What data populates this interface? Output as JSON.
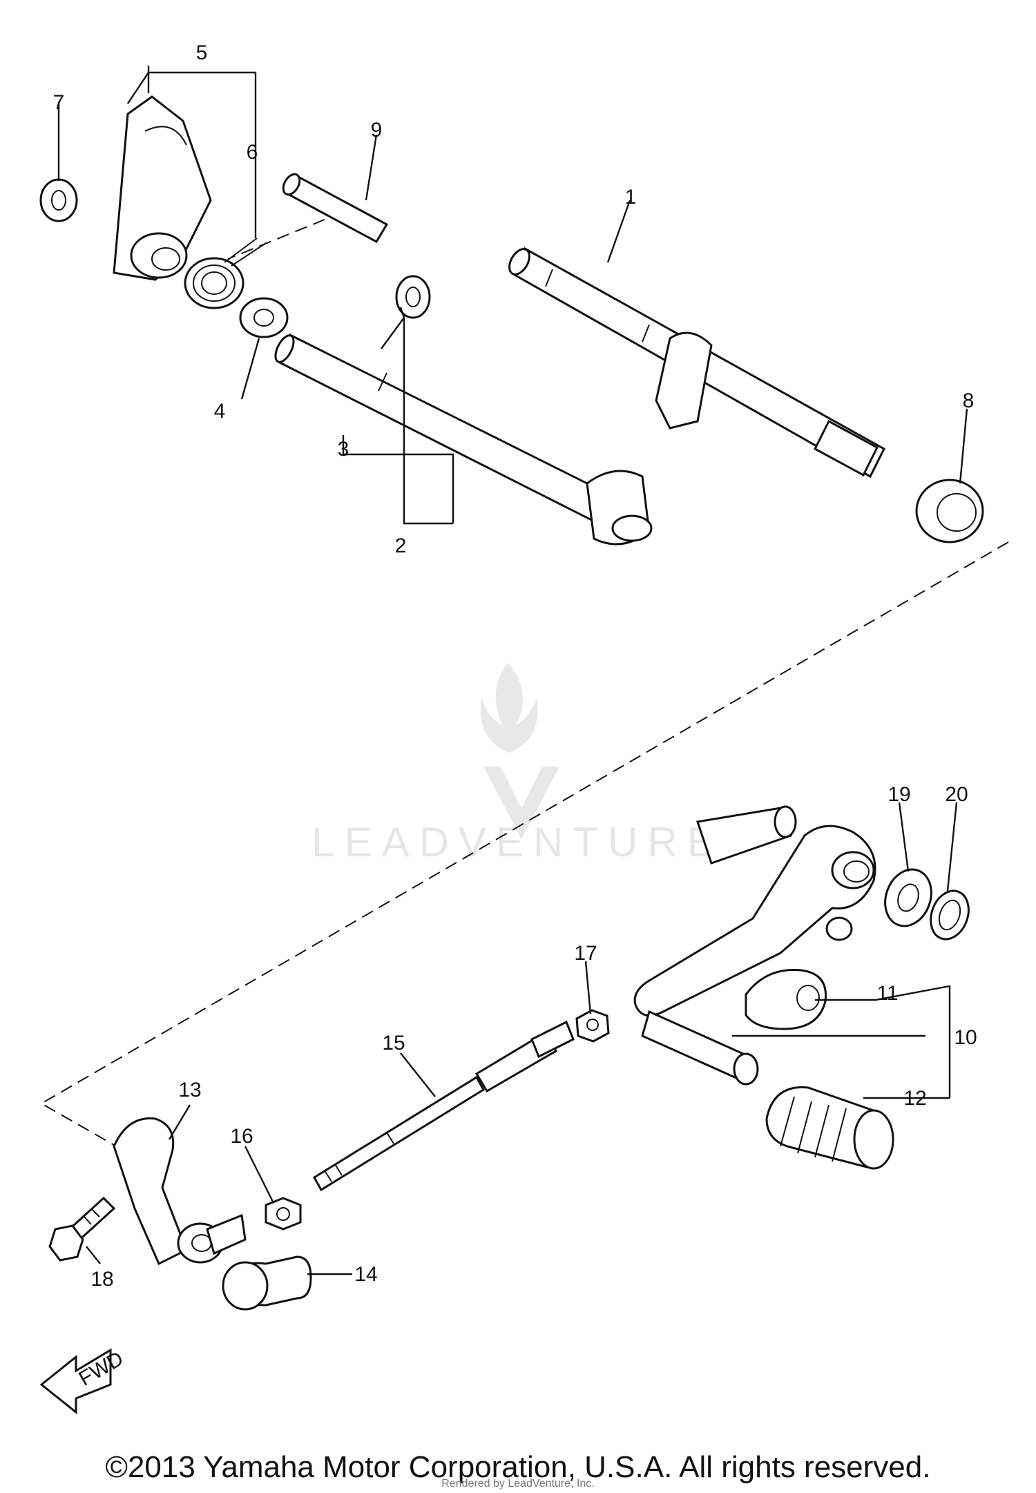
{
  "callouts": [
    {
      "id": "1",
      "text": "1"
    },
    {
      "id": "2",
      "text": "2"
    },
    {
      "id": "3",
      "text": "3"
    },
    {
      "id": "4",
      "text": "4"
    },
    {
      "id": "5",
      "text": "5"
    },
    {
      "id": "6",
      "text": "6"
    },
    {
      "id": "7",
      "text": "7"
    },
    {
      "id": "8",
      "text": "8"
    },
    {
      "id": "9",
      "text": "9"
    },
    {
      "id": "10",
      "text": "10"
    },
    {
      "id": "11",
      "text": "11"
    },
    {
      "id": "12",
      "text": "12"
    },
    {
      "id": "13",
      "text": "13"
    },
    {
      "id": "14",
      "text": "14"
    },
    {
      "id": "15",
      "text": "15"
    },
    {
      "id": "16",
      "text": "16"
    },
    {
      "id": "17",
      "text": "17"
    },
    {
      "id": "18",
      "text": "18"
    },
    {
      "id": "19",
      "text": "19"
    },
    {
      "id": "20",
      "text": "20"
    }
  ],
  "watermark": "LEADVENTURE",
  "fwd_label": "FWD",
  "copyright": "©2013 Yamaha Motor Corporation, U.S.A. All rights reserved.",
  "credit": "Rendered by LeadVenture, Inc."
}
